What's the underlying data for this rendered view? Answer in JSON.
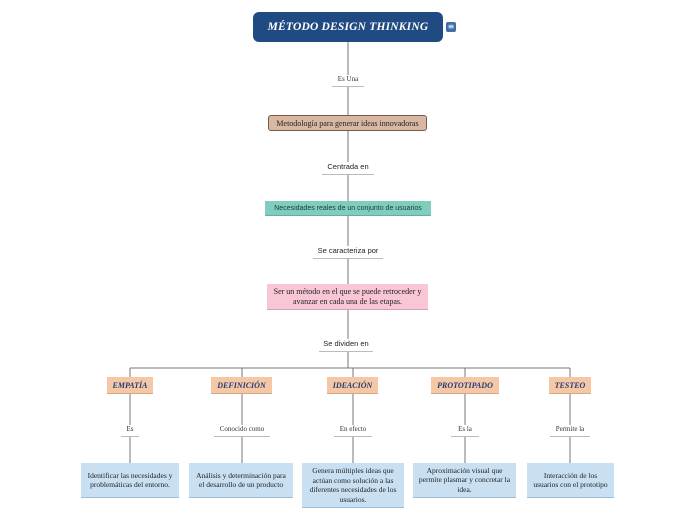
{
  "title": "MÉTODO DESIGN THINKING",
  "menu_icon": "menu-icon",
  "links": {
    "es_una": "Es Una",
    "centrada_en": "Centrada en",
    "se_caracteriza_por": "Se caracteriza por",
    "se_dividen_en": "Se dividen en"
  },
  "nodes": {
    "metodologia": "Metodología para generar ideas innovadoras",
    "necesidades": "Necesidades reales de un conjunto de usuarios",
    "metodo": "Ser un método en el que se puede retroceder y avanzar en cada una de las etapas."
  },
  "stages": [
    {
      "name": "EMPATÍA",
      "link": "Es",
      "desc": "Identificar las necesidades y problemáticas del entorno."
    },
    {
      "name": "DEFINICIÓN",
      "link": "Conocido como",
      "desc": "Análisis y determinación para el desarrollo de un producto"
    },
    {
      "name": "IDEACIÓN",
      "link": "En efecto",
      "desc": "Genera múltiples ideas que actúan como solución a las diferentes necesidades de los usuarios."
    },
    {
      "name": "PROTOTIPADO",
      "link": "Es la",
      "desc": "Aproximación visual que permite plasmar y concretar la idea."
    },
    {
      "name": "TESTEO",
      "link": "Permite la",
      "desc": "Interacción de los usuarios con el prototipo"
    }
  ]
}
